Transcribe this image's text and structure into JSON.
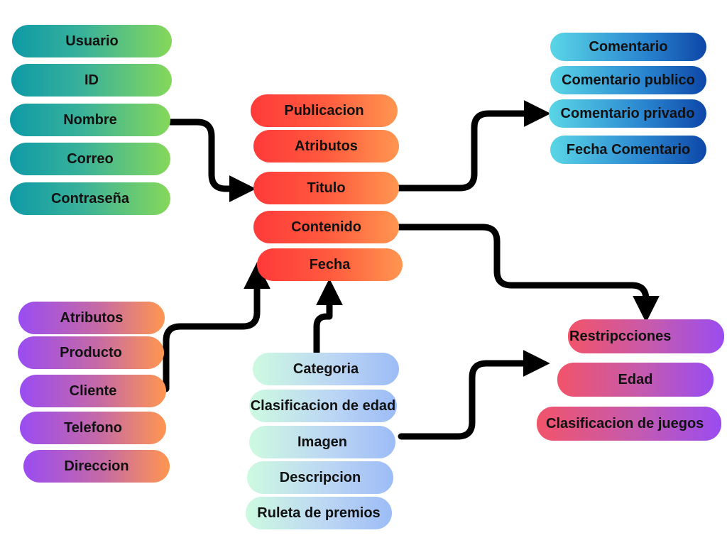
{
  "groups": {
    "usuario": [
      "Usuario",
      "ID",
      "Nombre",
      "Correo",
      "Contraseña"
    ],
    "publicacion": [
      "Publicacion",
      "Atributos",
      "Titulo",
      "Contenido",
      "Fecha"
    ],
    "comentario": [
      "Comentario",
      "Comentario publico",
      "Comentario privado",
      "Fecha Comentario"
    ],
    "producto": [
      "Atributos",
      "Producto",
      "Cliente",
      "Telefono",
      "Direccion"
    ],
    "categoria": [
      "Categoria",
      "Clasificacion de edad",
      "Imagen",
      "Descripcion",
      "Ruleta de premios"
    ],
    "restricciones": [
      "Restripcciones",
      "Edad",
      "Clasificacion de juegos"
    ]
  },
  "arrow_color": "#000000"
}
